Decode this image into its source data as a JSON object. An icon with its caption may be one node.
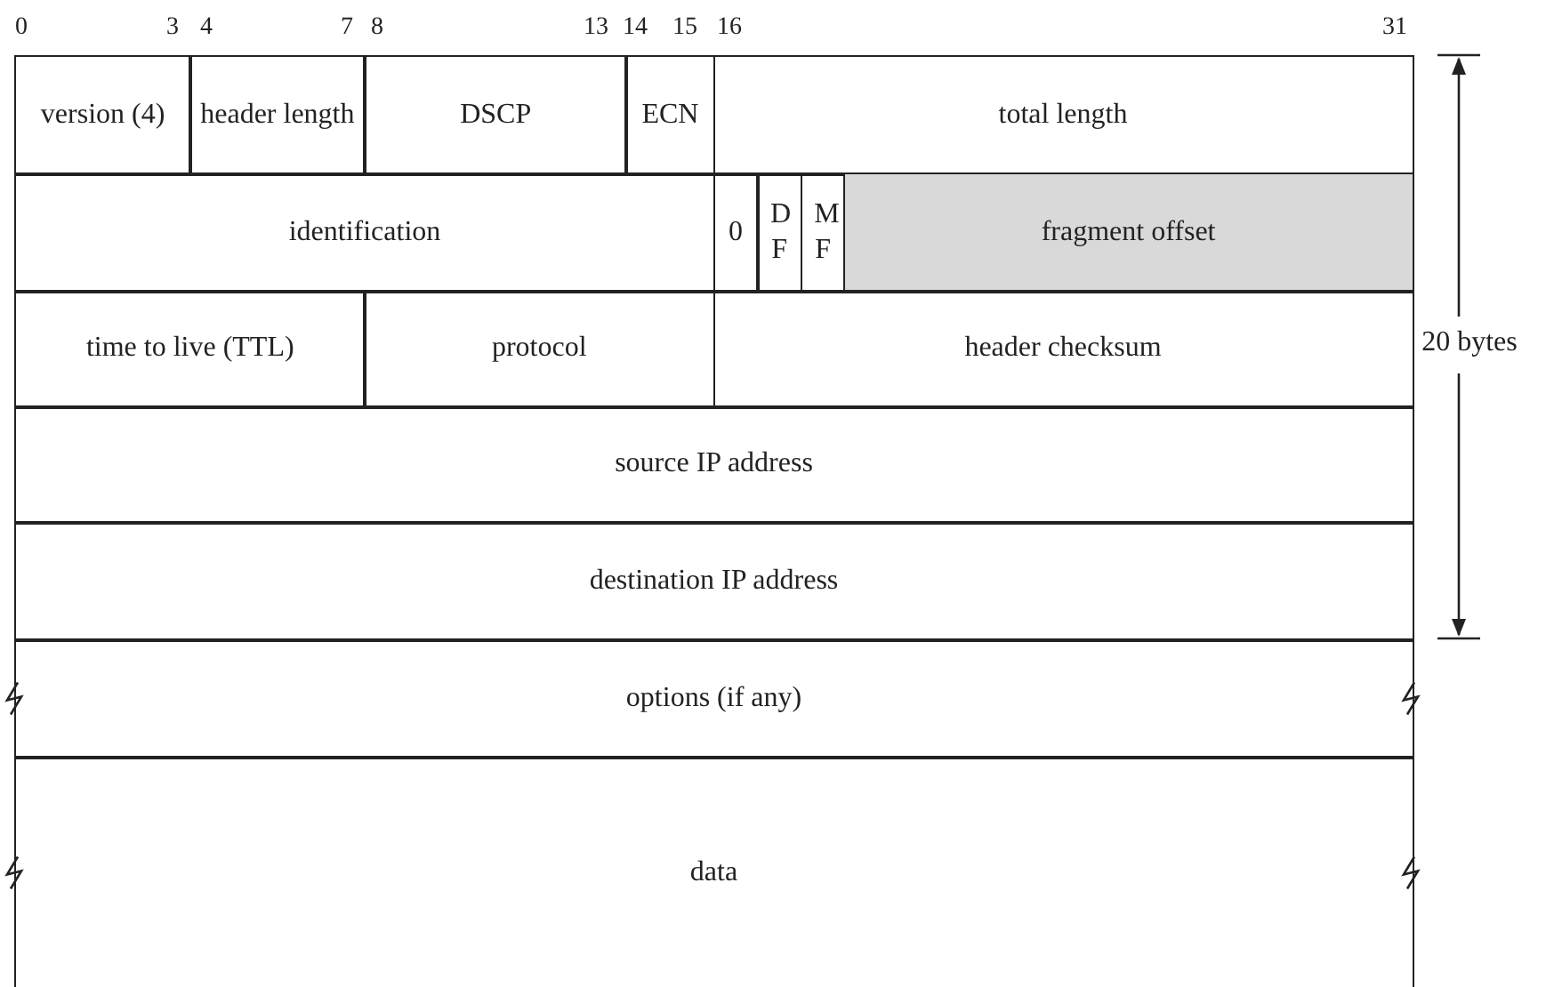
{
  "diagram": {
    "nodes": [
      {
        "text": [
          "version (4)"
        ]
      },
      {
        "text": [
          "header length"
        ]
      },
      {
        "text": [
          "DSCP"
        ]
      },
      {
        "text": [
          "ECN"
        ]
      },
      {
        "text": [
          "total length"
        ]
      },
      {
        "text": [
          "identification"
        ]
      },
      {
        "text": [
          "0"
        ]
      },
      {
        "text": [
          "D F"
        ]
      },
      {
        "text": [
          "M F"
        ]
      },
      {
        "text": [
          "fragment offset"
        ]
      },
      {
        "text": [
          "time to live (TTL)"
        ]
      },
      {
        "text": [
          "protocol"
        ]
      },
      {
        "text": [
          "header checksum"
        ]
      },
      {
        "text": [
          "source IP address"
        ]
      },
      {
        "text": [
          "destination IP address"
        ]
      },
      {
        "text": [
          "options (if any)"
        ]
      },
      {
        "text": [
          "data"
        ]
      }
    ],
    "labels": [
      "0",
      "3",
      "4",
      "7",
      "8",
      "13",
      "14",
      "15",
      "16",
      "31",
      "20 bytes"
    ]
  }
}
